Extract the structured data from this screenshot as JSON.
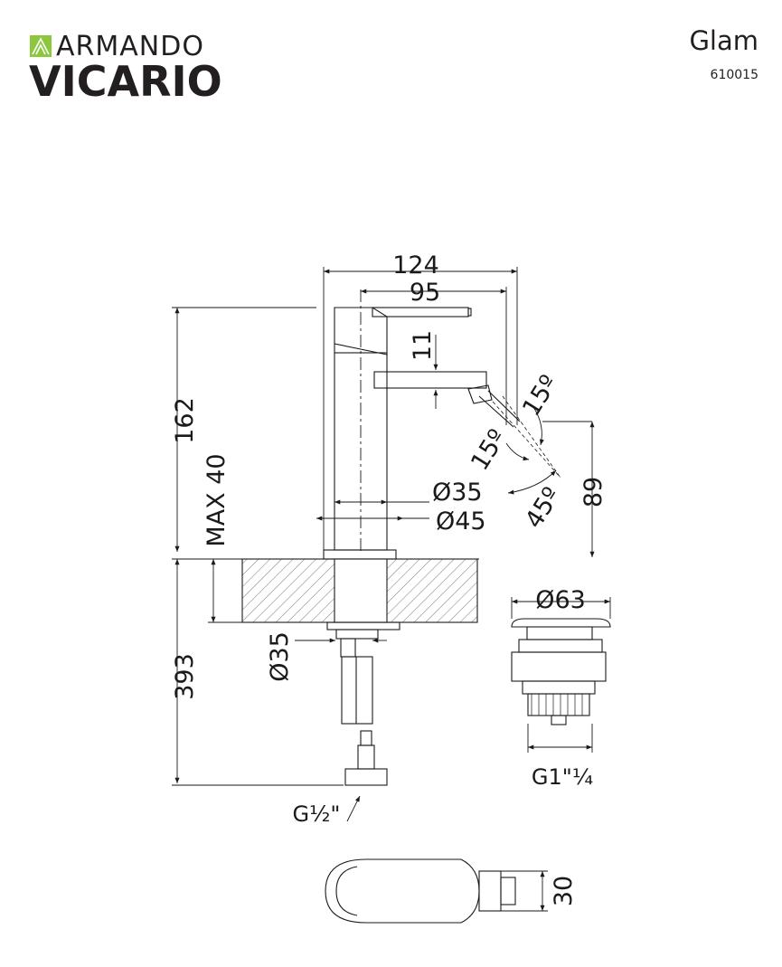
{
  "brand": {
    "line1": "ARMANDO",
    "line2": "VICARIO",
    "accent_color": "#8dc63f"
  },
  "product": {
    "name": "Glam",
    "code": "610015"
  },
  "dimensions": {
    "overall_width": "124",
    "spout_reach": "95",
    "handle_gap": "11",
    "total_height": "162",
    "deck_max": "MAX 40",
    "body_diameter": "Ø35",
    "base_diameter": "Ø45",
    "aerator_height": "89",
    "tilt_upper": "15º",
    "tilt_lower": "15º",
    "spray_angle": "45º",
    "shank_diameter": "Ø35",
    "hose_length": "393",
    "inlet_thread": "G½\"",
    "waste_diameter": "Ø63",
    "waste_thread": "G1\"¼",
    "handle_depth": "30"
  }
}
